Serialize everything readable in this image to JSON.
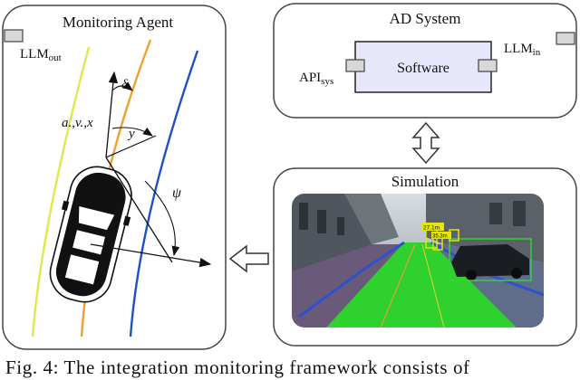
{
  "panels": {
    "monitoring": {
      "title": "Monitoring Agent"
    },
    "ad_system": {
      "title": "AD System"
    },
    "simulation": {
      "title": "Simulation"
    }
  },
  "ports": {
    "llm_out": {
      "base": "LLM",
      "sub": "out"
    },
    "llm_in": {
      "base": "LLM",
      "sub": "in"
    },
    "api_sys": {
      "base": "API",
      "sub": "sys"
    }
  },
  "software": {
    "label": "Software"
  },
  "vehicle_labels": {
    "delta": "δ",
    "state": "a",
    "state_mid": "v",
    "state_end": "x",
    "y": "y",
    "psi": "ψ"
  },
  "detections": {
    "d1": "27.1m",
    "d2": "35.3m"
  },
  "caption": "Fig. 4: The integration monitoring framework consists of",
  "colors": {
    "lane_left": "#dfe84a",
    "lane_center": "#f0a030",
    "lane_right": "#2050c8",
    "road": "#2fd12f",
    "detection_box": "#e6e600"
  }
}
